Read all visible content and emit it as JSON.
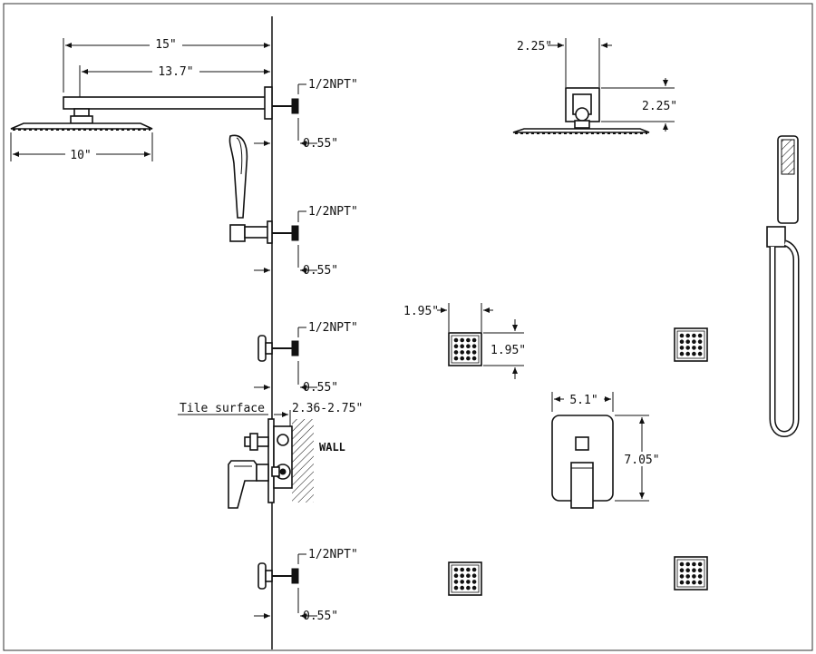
{
  "labels": {
    "arm_length": "15\"",
    "arm_reach": "13.7\"",
    "head_width": "10\"",
    "npt_1": "1/2NPT\"",
    "npt_2": "1/2NPT\"",
    "npt_3": "1/2NPT\"",
    "npt_4": "1/2NPT\"",
    "depth_1": "0.55\"",
    "depth_2": "0.55\"",
    "depth_3": "0.55\"",
    "depth_4": "0.55\"",
    "tile_surface": "Tile surface",
    "valve_depth": "2.36-2.75\"",
    "wall": "WALL",
    "top_view_width": "2.25\"",
    "top_view_height": "2.25\"",
    "jet_width": "1.95\"",
    "jet_height": "1.95\"",
    "trim_width": "5.1\"",
    "trim_height": "7.05\""
  },
  "colors": {
    "line": "#111111",
    "background": "#ffffff"
  },
  "icons": {
    "rain_head": "rain-shower-head",
    "hand_shower": "hand-shower",
    "body_jet": "body-spray-jet",
    "valve": "mixing-valve",
    "trim_plate": "valve-trim-plate",
    "hose": "shower-hose"
  }
}
